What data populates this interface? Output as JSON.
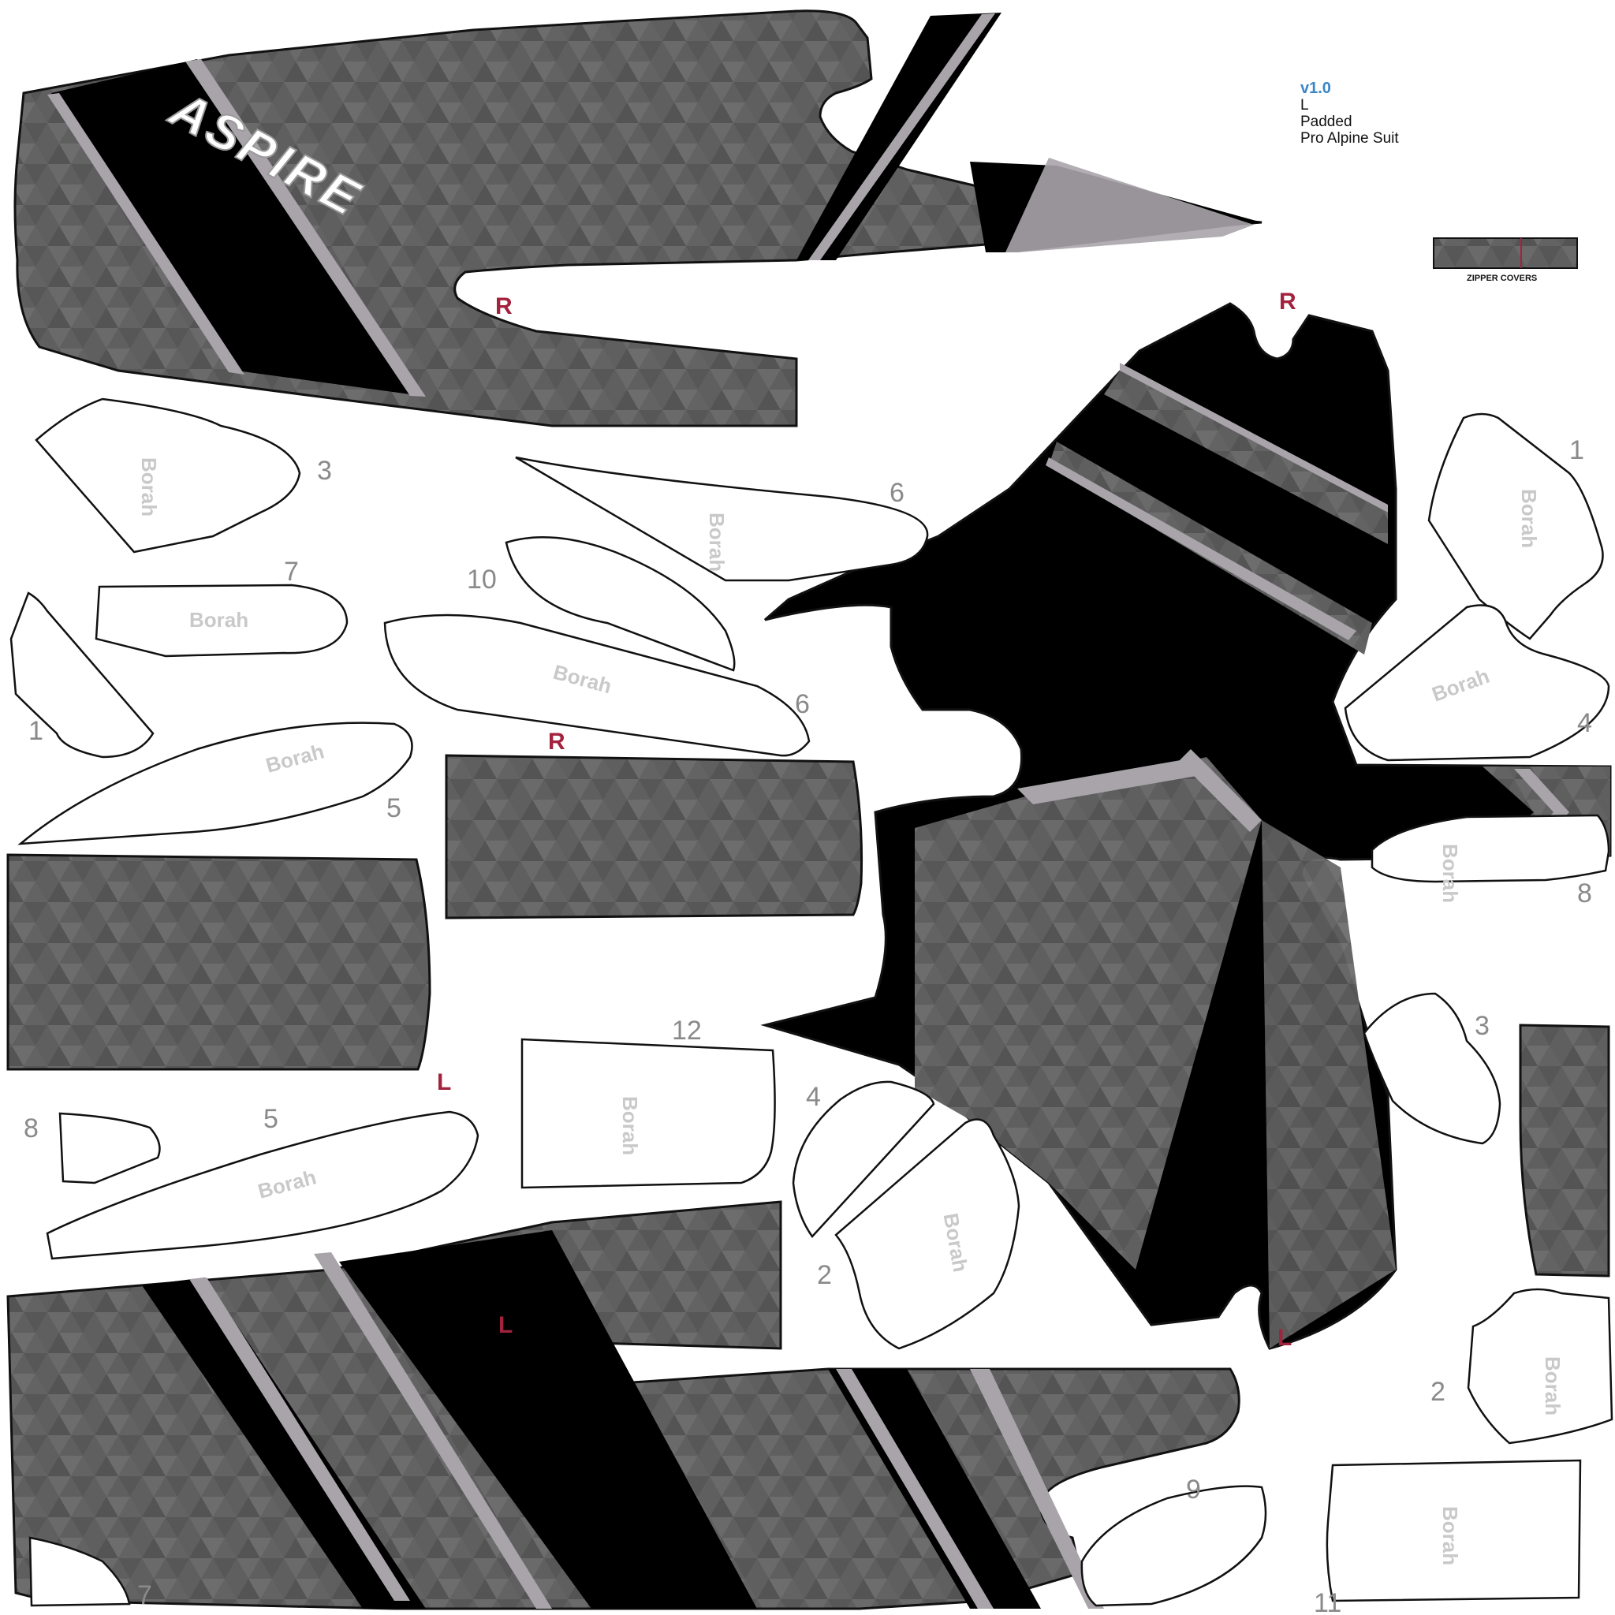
{
  "spec": {
    "version": "v1.0",
    "size": "L",
    "padding": "Padded",
    "product": "Pro Alpine Suit"
  },
  "brand_text": "ASPIRE",
  "watermark_text": "Borah",
  "zipper_label": "ZIPPER COVERS",
  "side_labels": {
    "right": "R",
    "left": "L"
  },
  "piece_numbers": [
    "1",
    "2",
    "3",
    "4",
    "5",
    "6",
    "7",
    "8",
    "9",
    "10",
    "11",
    "12"
  ],
  "colors": {
    "grey_panel": "#5e5e5e",
    "black_panel": "#000000",
    "stripe": "#a8a4aa",
    "side_label": "#a3223d",
    "version": "#3a86c8",
    "outline": "#111111"
  }
}
